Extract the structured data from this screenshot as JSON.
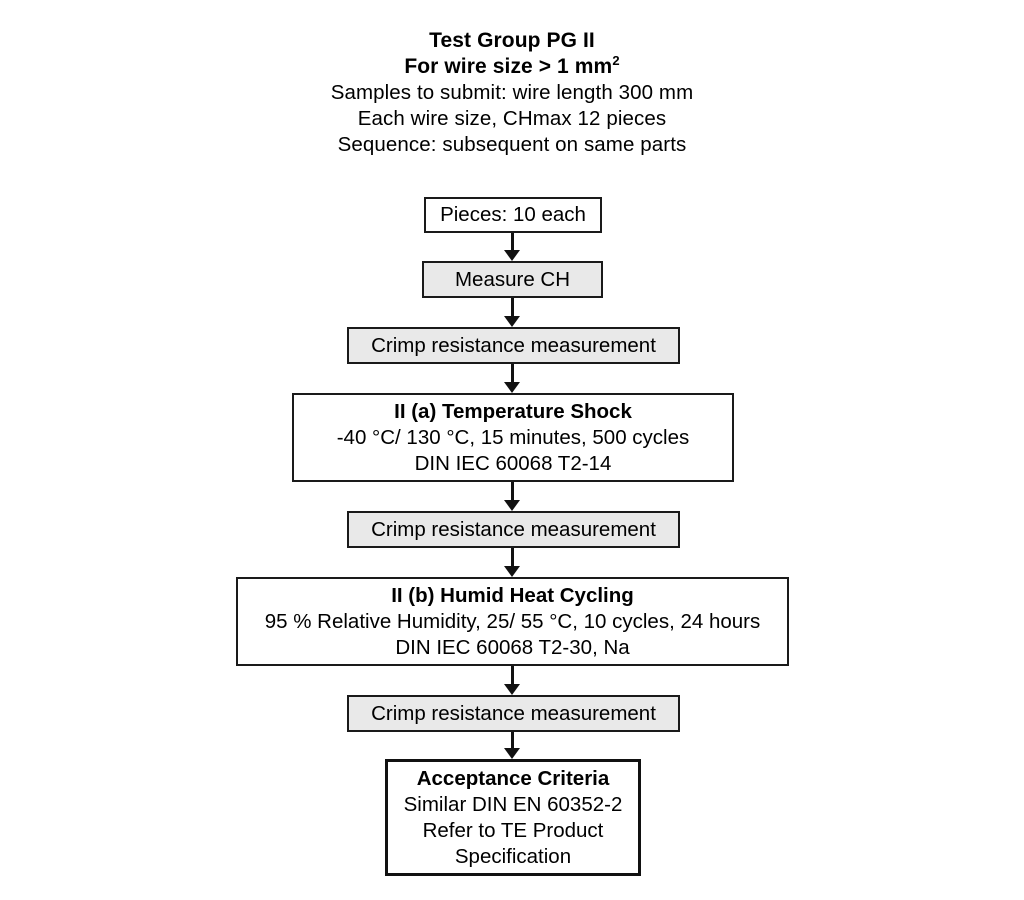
{
  "diagram": {
    "type": "flowchart",
    "orientation": "top-to-bottom",
    "header": {
      "title": "Test Group PG II",
      "subtitle": "For wire size > 1 mm",
      "subtitle_superscript": "2",
      "notes": [
        "Samples to submit: wire length 300 mm",
        "Each wire size, CHmax 12 pieces",
        "Sequence: subsequent on same parts"
      ]
    },
    "colors": {
      "line": "#111111",
      "box_fill_plain": "#ffffff",
      "box_fill_shaded": "#e9e9e9",
      "text": "#000000",
      "background": "#ffffff"
    },
    "nodes": [
      {
        "id": "pieces",
        "fill": "plain",
        "emphasis": "normal",
        "lines": [
          "Pieces: 10 each"
        ]
      },
      {
        "id": "measure-ch",
        "fill": "shaded",
        "emphasis": "normal",
        "lines": [
          "Measure CH"
        ]
      },
      {
        "id": "crimp-1",
        "fill": "shaded",
        "emphasis": "normal",
        "lines": [
          "Crimp resistance measurement"
        ]
      },
      {
        "id": "temperature-shock",
        "fill": "plain",
        "emphasis": "normal",
        "title": "II (a) Temperature Shock",
        "lines": [
          "-40 °C/ 130 °C, 15 minutes, 500 cycles",
          "DIN IEC 60068 T2-14"
        ]
      },
      {
        "id": "crimp-2",
        "fill": "shaded",
        "emphasis": "normal",
        "lines": [
          "Crimp resistance measurement"
        ]
      },
      {
        "id": "humid-heat-cycling",
        "fill": "plain",
        "emphasis": "normal",
        "title": "II (b) Humid Heat Cycling",
        "lines": [
          "95 % Relative Humidity, 25/ 55 °C, 10 cycles, 24 hours",
          "DIN IEC 60068 T2-30, Na"
        ]
      },
      {
        "id": "crimp-3",
        "fill": "shaded",
        "emphasis": "normal",
        "lines": [
          "Crimp resistance measurement"
        ]
      },
      {
        "id": "acceptance-criteria",
        "fill": "plain",
        "emphasis": "thick-border",
        "title": "Acceptance Criteria",
        "lines": [
          "Similar DIN EN 60352-2",
          "Refer to TE Product",
          "Specification"
        ]
      }
    ],
    "connectors": [
      {
        "from": "pieces",
        "to": "measure-ch",
        "style": "arrow-down"
      },
      {
        "from": "measure-ch",
        "to": "crimp-1",
        "style": "arrow-down"
      },
      {
        "from": "crimp-1",
        "to": "temperature-shock",
        "style": "arrow-down"
      },
      {
        "from": "temperature-shock",
        "to": "crimp-2",
        "style": "arrow-down"
      },
      {
        "from": "crimp-2",
        "to": "humid-heat-cycling",
        "style": "arrow-down"
      },
      {
        "from": "humid-heat-cycling",
        "to": "crimp-3",
        "style": "arrow-down"
      },
      {
        "from": "crimp-3",
        "to": "acceptance-criteria",
        "style": "arrow-down"
      }
    ]
  }
}
